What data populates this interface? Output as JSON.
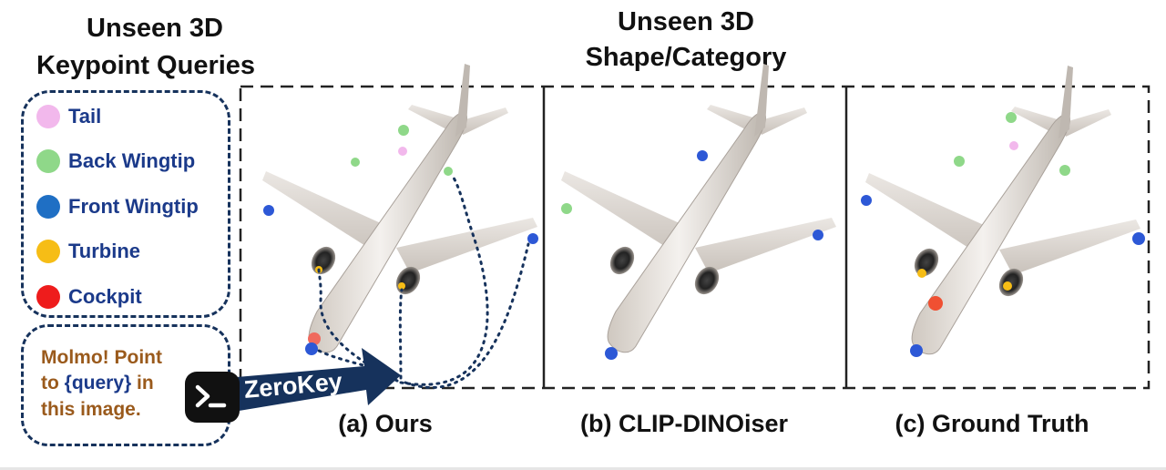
{
  "headers": {
    "left_line1": "Unseen 3D",
    "left_line2": "Keypoint Queries",
    "center_line1": "Unseen 3D",
    "center_line2": "Shape/Category"
  },
  "legend": {
    "items": [
      {
        "label": "Tail",
        "color": "#f2b8ec"
      },
      {
        "label": "Back Wingtip",
        "color": "#8fd889"
      },
      {
        "label": "Front Wingtip",
        "color": "#1f6fc4"
      },
      {
        "label": "Turbine",
        "color": "#f6bd16"
      },
      {
        "label": "Cockpit",
        "color": "#ee1c1c"
      }
    ]
  },
  "prompt": {
    "part1": "Molmo! Point",
    "part2_prefix": "to ",
    "query_token": "{query}",
    "part2_suffix": " in",
    "part3": "this image."
  },
  "arrow_label": "ZeroKey",
  "panels": [
    {
      "label": "(a) Ours"
    },
    {
      "label": "(b) CLIP-DINOiser"
    },
    {
      "label": "(c) Ground Truth"
    }
  ],
  "colors": {
    "navy": "#16325c",
    "label_blue": "#1b3a8a",
    "prompt_brown": "#9a5a1c",
    "dashed_border": "#222222"
  }
}
